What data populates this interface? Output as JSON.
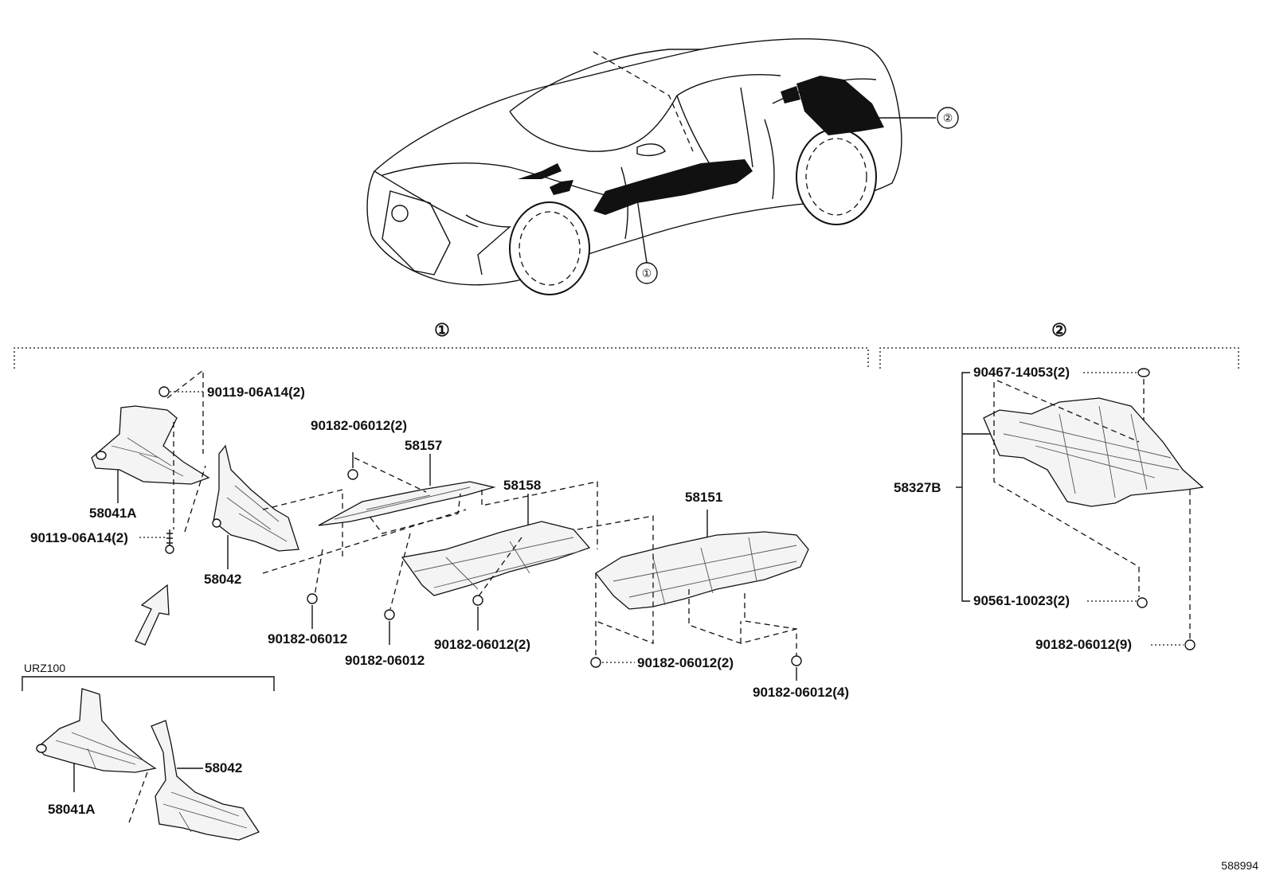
{
  "diagram": {
    "section_1_mark": "①",
    "section_2_mark": "②",
    "car_callout_1": "①",
    "car_callout_2": "②",
    "variant_label": "URZ100",
    "figure_id": "588994",
    "parts": {
      "p58041A": "58041A",
      "p58042": "58042",
      "p58157": "58157",
      "p58158": "58158",
      "p58151": "58151",
      "p58327B": "58327B",
      "p58041A_b": "58041A",
      "p58042_b": "58042"
    },
    "fasteners": {
      "f_90119_top": "90119-06A14(2)",
      "f_90119_bot": "90119-06A14(2)",
      "f_90182_2_top": "90182-06012(2)",
      "f_90182_a": "90182-06012",
      "f_90182_b": "90182-06012",
      "f_90182_2_mid": "90182-06012(2)",
      "f_90182_2_right": "90182-06012(2)",
      "f_90182_4": "90182-06012(4)",
      "f_90467": "90467-14053(2)",
      "f_90561": "90561-10023(2)",
      "f_90182_9": "90182-06012(9)"
    }
  }
}
